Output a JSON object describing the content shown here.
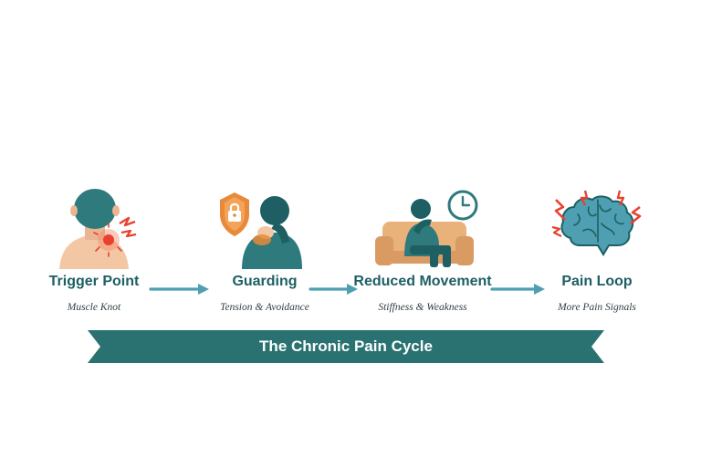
{
  "diagram": {
    "steps": [
      {
        "title": "Trigger Point",
        "subtitle": "Muscle Knot",
        "icon": "neck-pain-icon"
      },
      {
        "title": "Guarding",
        "subtitle": "Tension & Avoidance",
        "icon": "shoulder-shield-icon"
      },
      {
        "title": "Reduced Movement",
        "subtitle": "Stiffness & Weakness",
        "icon": "sitting-person-clock-icon"
      },
      {
        "title": "Pain Loop",
        "subtitle": "More Pain Signals",
        "icon": "brain-pain-icon"
      }
    ],
    "banner": "The Chronic Pain Cycle"
  },
  "colors": {
    "teal": "#2f7a7c",
    "dark_teal": "#1d5f63",
    "skin": "#f4c7a4",
    "orange": "#e88a3a",
    "red": "#e8412f",
    "arrow": "#4e9fb1",
    "banner": "#2a7271"
  }
}
